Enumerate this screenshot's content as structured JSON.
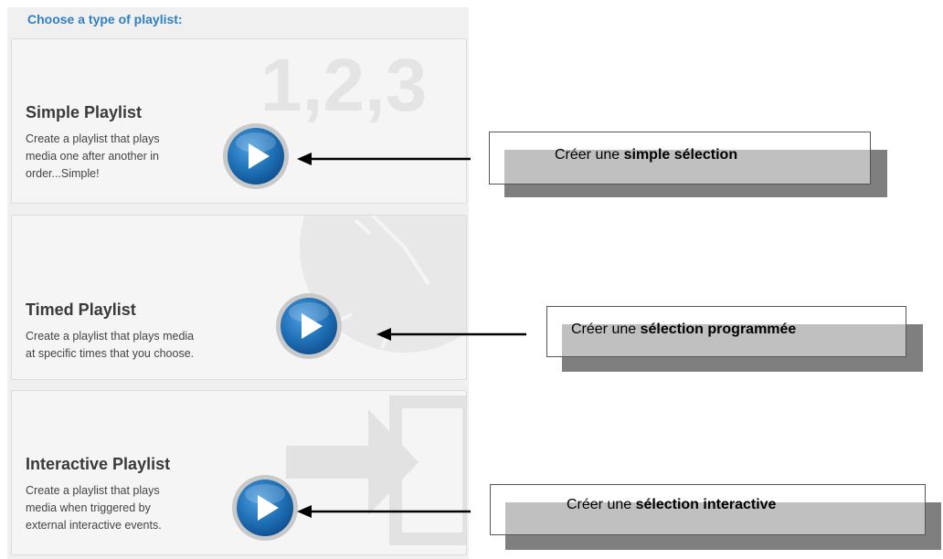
{
  "heading": "Choose a type of playlist:",
  "cards": [
    {
      "title": "Simple Playlist",
      "description": "Create a playlist that plays\nmedia one after another in\norder...Simple!",
      "watermark": "1,2,3",
      "watermark_icon": "numbers-icon"
    },
    {
      "title": "Timed Playlist",
      "description": "Create a playlist that plays media\nat specific times that you choose.",
      "watermark_icon": "clock-icon"
    },
    {
      "title": "Interactive Playlist",
      "description": "Create a playlist that plays\nmedia when triggered by\nexternal interactive events.",
      "watermark_icon": "arrow-into-box-icon"
    }
  ],
  "callouts": [
    {
      "prefix": "Créer une ",
      "bold": "simple sélection"
    },
    {
      "prefix": "Créer une ",
      "bold": "sélection programmée"
    },
    {
      "prefix": "Créer une ",
      "bold": "sélection interactive"
    }
  ],
  "colors": {
    "heading": "#2f7fc2",
    "play_button": "#1f6fb5",
    "card_background": "#f5f5f5"
  }
}
